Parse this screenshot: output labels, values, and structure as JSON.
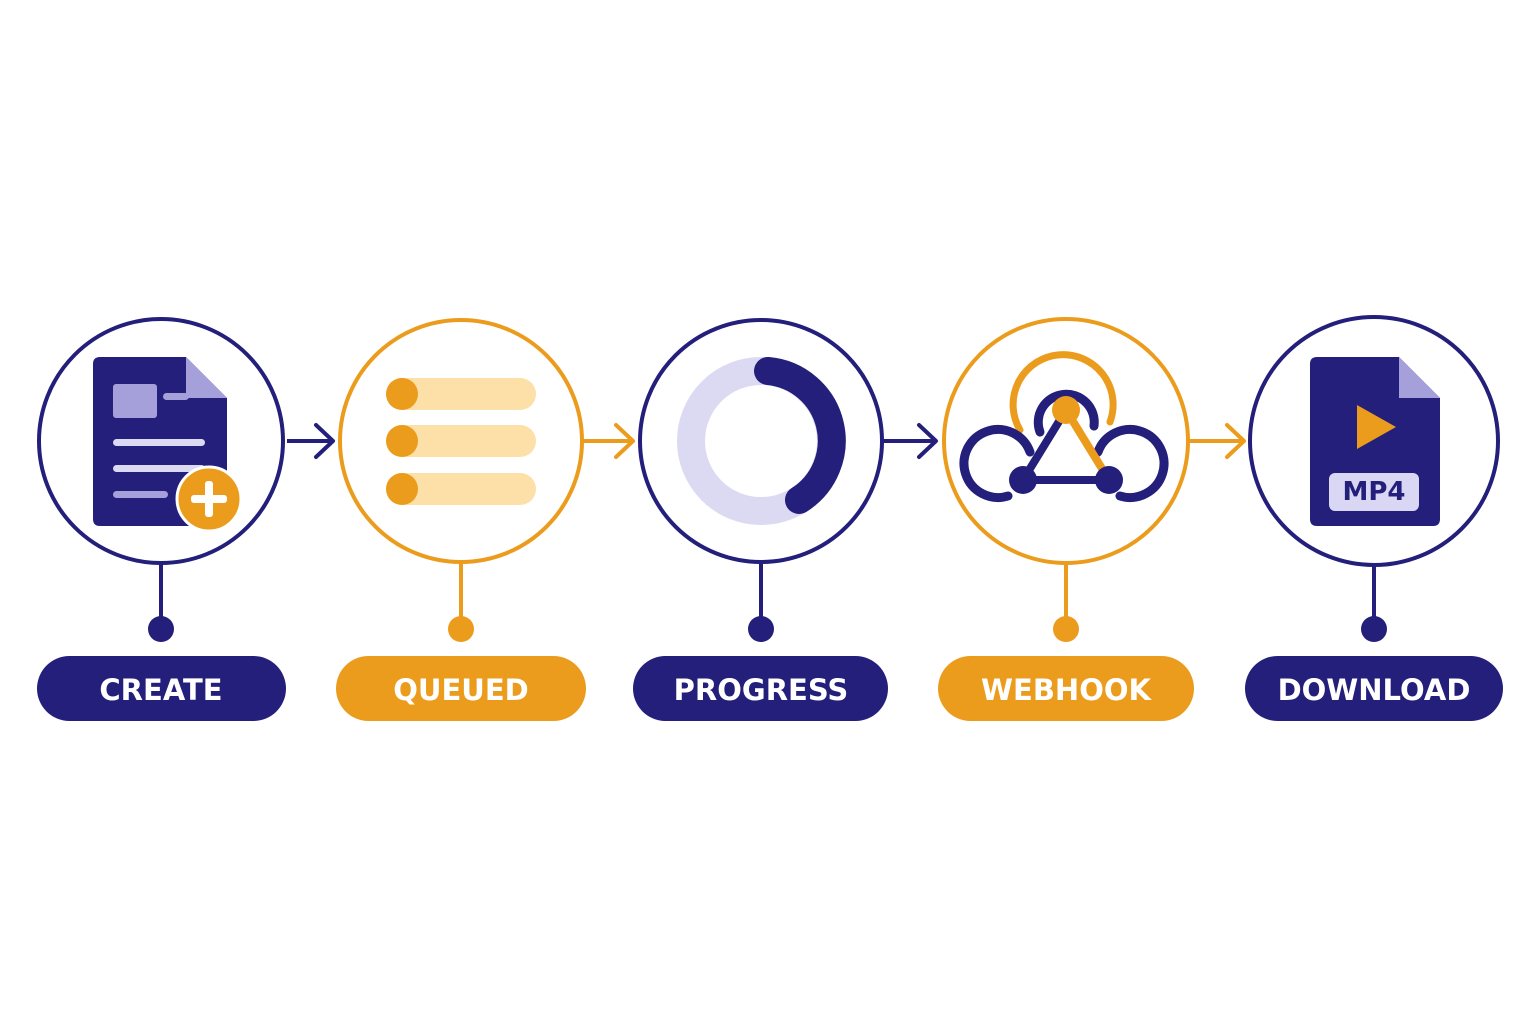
{
  "colors": {
    "navy": "#231f7a",
    "orange": "#ec9c1c",
    "light_orange": "#fce0a8",
    "lavender": "#a59fda",
    "ring_track": "#dcdaf3",
    "mp4_badge": "#d9d7f3",
    "background": "#ffffff"
  },
  "stages": [
    {
      "label": "CREATE",
      "icon": "document-plus-icon",
      "theme": "navy"
    },
    {
      "label": "QUEUED",
      "icon": "queue-list-icon",
      "theme": "orange"
    },
    {
      "label": "PROGRESS",
      "icon": "progress-ring-icon",
      "theme": "navy"
    },
    {
      "label": "WEBHOOK",
      "icon": "webhook-icon",
      "theme": "orange"
    },
    {
      "label": "DOWNLOAD",
      "icon": "video-file-icon",
      "theme": "navy"
    }
  ],
  "download_badge": "MP4"
}
